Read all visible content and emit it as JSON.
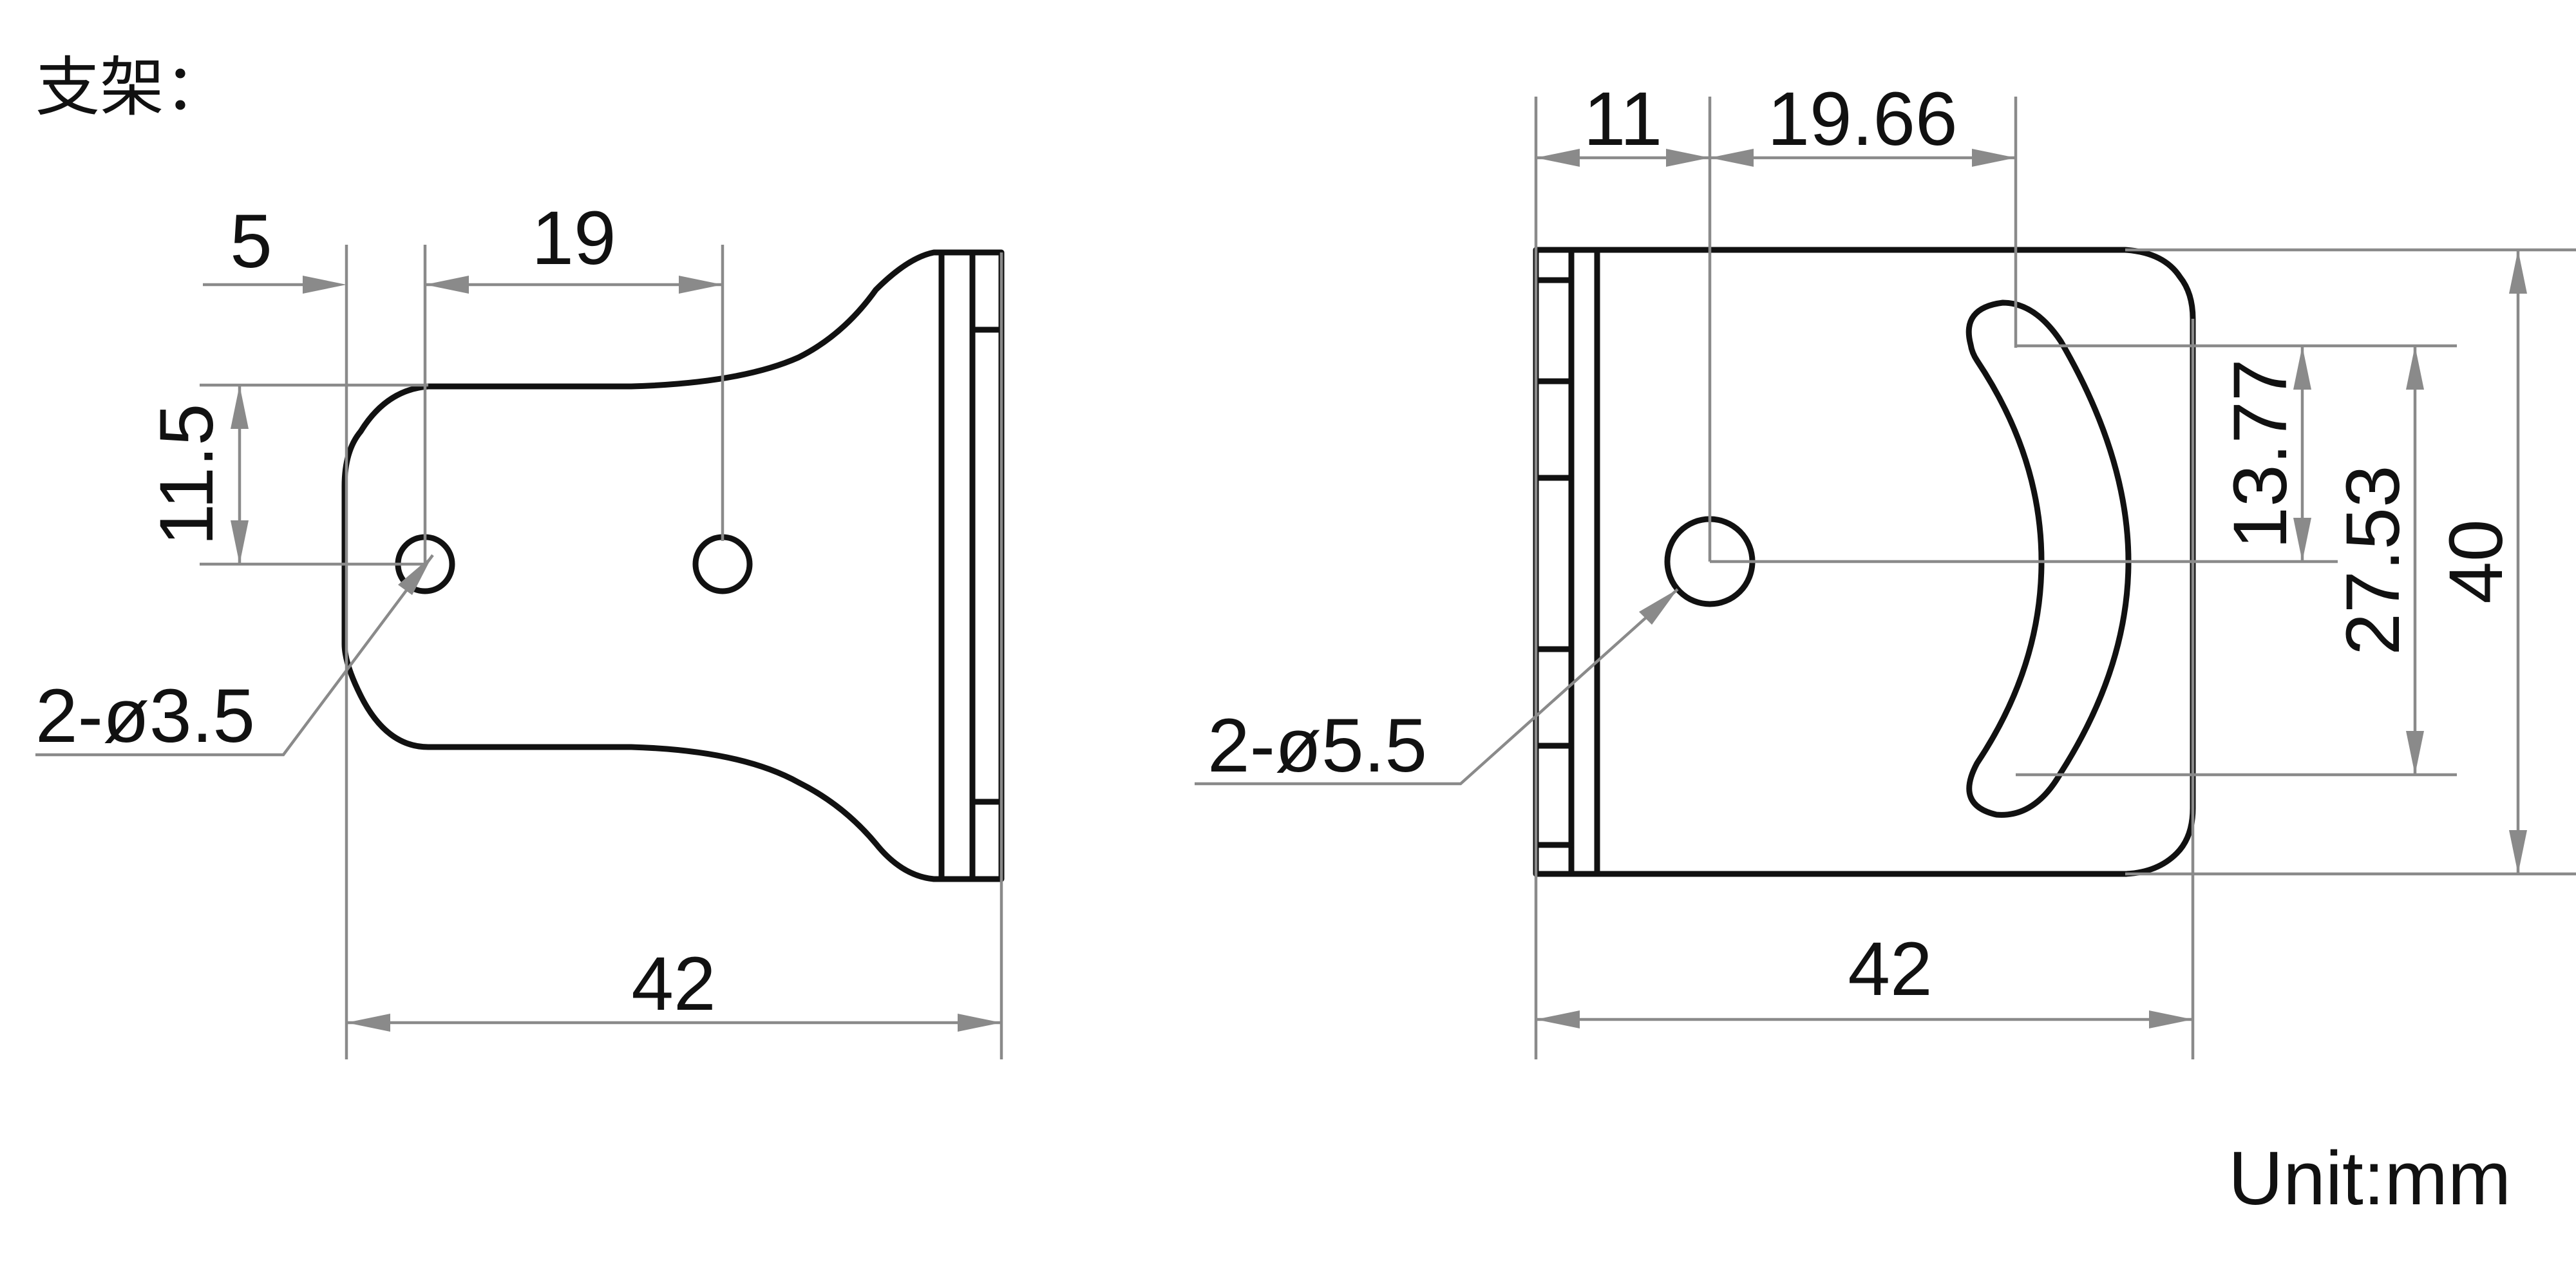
{
  "title": "支架：",
  "unit": "Unit:mm",
  "left_view": {
    "dim_offset_x": "5",
    "dim_hole_spacing": "19",
    "dim_hole_height": "11.5",
    "dim_width": "42",
    "hole_callout": "2-ø3.5"
  },
  "right_view": {
    "dim_offset_x": "11",
    "dim_slot_x": "19.66",
    "dim_slot_half": "13.77",
    "dim_slot_span": "27.53",
    "dim_height": "40",
    "dim_width": "42",
    "hole_callout": "2-ø5.5"
  },
  "colors": {
    "part_line": "#111111",
    "dimension_line": "#8a8a8a",
    "background": "#ffffff"
  }
}
